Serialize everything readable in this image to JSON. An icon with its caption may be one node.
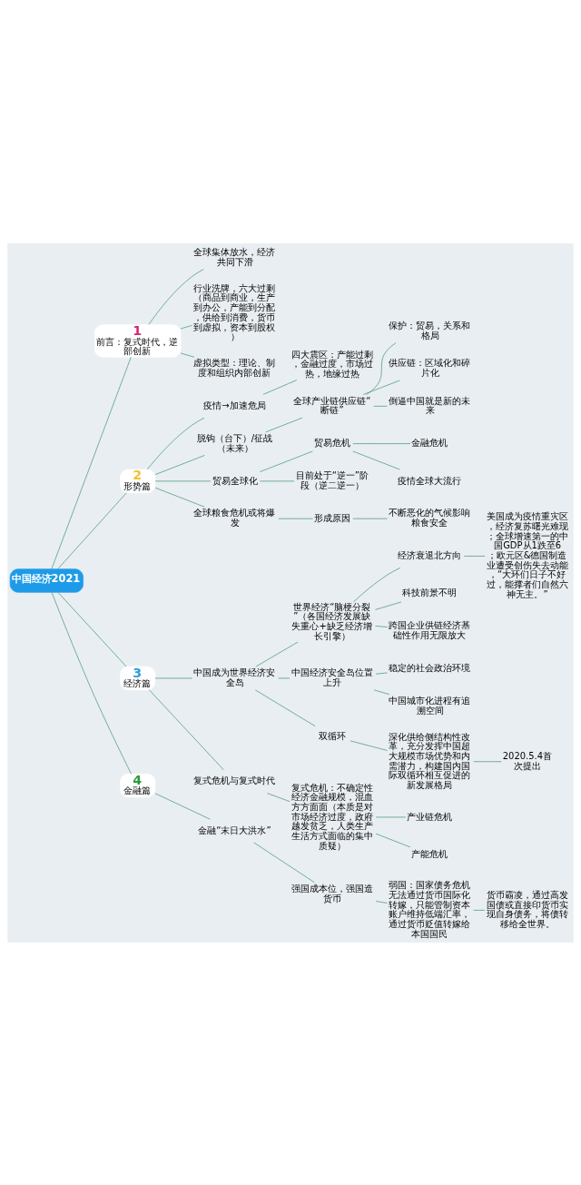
{
  "diagram": {
    "nodes": [
      {
        "text": [
          "中国经济2021"
        ]
      },
      {
        "text": [
          "1",
          "前言：复式时代，逆部创新"
        ]
      },
      {
        "text": [
          "全球集体放水，经济共同下滑"
        ]
      },
      {
        "text": [
          "行业洗牌，六大过剩（商品到商业，生产到办公，产能到分配，供给到消费，货币到虚拟，资本到股权）"
        ]
      },
      {
        "text": [
          "虚拟类型：理论、制度和组织内部创新"
        ]
      },
      {
        "text": [
          "2",
          "形势篇"
        ]
      },
      {
        "text": [
          "疫情→加速危局"
        ]
      },
      {
        "text": [
          "四大震区：产能过剩，金融过度，市场过热，地缘过热"
        ]
      },
      {
        "text": [
          "脱钩（台下）/征战（未来）"
        ]
      },
      {
        "text": [
          "全球产业链供应链“断链”"
        ]
      },
      {
        "text": [
          "保护：贸易，关系和格局"
        ]
      },
      {
        "text": [
          "供应链：区域化和碎片化"
        ]
      },
      {
        "text": [
          "倒逼中国就是新的未来"
        ]
      },
      {
        "text": [
          "贸易全球化"
        ]
      },
      {
        "text": [
          "贸易危机"
        ]
      },
      {
        "text": [
          "金融危机"
        ]
      },
      {
        "text": [
          "疫情全球大流行"
        ]
      },
      {
        "text": [
          "目前处于“逆一”阶段（逆二逆一）"
        ]
      },
      {
        "text": [
          "全球粮食危机或将爆发"
        ]
      },
      {
        "text": [
          "形成原因"
        ]
      },
      {
        "text": [
          "不断恶化的气候影响粮食安全"
        ]
      },
      {
        "text": [
          "3",
          "经济篇"
        ]
      },
      {
        "text": [
          "中国成为世界经济安全岛"
        ]
      },
      {
        "text": [
          "世界经济“脑梗分裂”（各国经济发展缺失重心+缺乏经济增长引擎）"
        ]
      },
      {
        "text": [
          "经济衰退北方向"
        ]
      },
      {
        "text": [
          "美国成为疫情重灾区，经济复苏曙光难现；全球增速第一的中国GDP从1跌至6；欧元区&德国制造业遭受创伤失去动能，“大环们日子不好过，能撑者们自然六神无主。”"
        ]
      },
      {
        "text": [
          "科技前景不明"
        ]
      },
      {
        "text": [
          "跨国企业供链经济基础性作用无限放大"
        ]
      },
      {
        "text": [
          "中国经济安全岛位置上升"
        ]
      },
      {
        "text": [
          "稳定的社会政治环境"
        ]
      },
      {
        "text": [
          "中国城市化进程有追溯空间"
        ]
      },
      {
        "text": [
          "双循环"
        ]
      },
      {
        "text": [
          "深化供给侧结构性改革，充分发挥中国超大规模市场优势和内需潜力，构建国内国际双循环相互促进的新发展格局"
        ]
      },
      {
        "text": [
          "2020.5.4首次提出"
        ]
      },
      {
        "text": [
          "复式危机与复式时代"
        ]
      },
      {
        "text": [
          "复式危机：不确定性经济金融规模，混血方方面面（本质是对市场经济过度，政府越发贫乏，人类生产生活方式面临的集中质疑）"
        ]
      },
      {
        "text": [
          "产业链危机"
        ]
      },
      {
        "text": [
          "产能危机"
        ]
      },
      {
        "text": [
          "4",
          "金融篇"
        ]
      },
      {
        "text": [
          "金融“末日大洪水”"
        ]
      },
      {
        "text": [
          "强国成本位，强国造货币"
        ]
      },
      {
        "text": [
          "弱国：国家债务危机无法通过货币国际化转嫁，只能管制资本账户维持低端汇率，通过货币贬值转嫁给本国国民"
        ]
      },
      {
        "text": [
          "货币霸凌，通过高发国债或直接印货币实现自身债务，将债转移给全世界。"
        ]
      }
    ],
    "edges": [
      {
        "from": 0,
        "to": 1,
        "arrow": "none"
      },
      {
        "from": 1,
        "to": 2,
        "arrow": "none"
      },
      {
        "from": 1,
        "to": 3,
        "arrow": "none"
      },
      {
        "from": 1,
        "to": 4,
        "arrow": "none"
      },
      {
        "from": 0,
        "to": 5,
        "arrow": "none"
      },
      {
        "from": 5,
        "to": 6,
        "arrow": "none"
      },
      {
        "from": 6,
        "to": 7,
        "arrow": "none"
      },
      {
        "from": 5,
        "to": 8,
        "arrow": "none"
      },
      {
        "from": 8,
        "to": 9,
        "arrow": "none"
      },
      {
        "from": 9,
        "to": 10,
        "arrow": "none"
      },
      {
        "from": 9,
        "to": 11,
        "arrow": "none"
      },
      {
        "from": 9,
        "to": 12,
        "arrow": "none"
      },
      {
        "from": 5,
        "to": 13,
        "arrow": "none"
      },
      {
        "from": 13,
        "to": 14,
        "arrow": "none"
      },
      {
        "from": 14,
        "to": 15,
        "arrow": "none"
      },
      {
        "from": 14,
        "to": 16,
        "arrow": "none"
      },
      {
        "from": 13,
        "to": 17,
        "arrow": "none"
      },
      {
        "from": 5,
        "to": 18,
        "arrow": "none"
      },
      {
        "from": 18,
        "to": 19,
        "arrow": "none"
      },
      {
        "from": 19,
        "to": 20,
        "arrow": "none"
      },
      {
        "from": 0,
        "to": 21,
        "arrow": "none"
      },
      {
        "from": 21,
        "to": 22,
        "arrow": "none"
      },
      {
        "from": 22,
        "to": 23,
        "arrow": "none"
      },
      {
        "from": 23,
        "to": 24,
        "arrow": "none"
      },
      {
        "from": 24,
        "to": 25,
        "arrow": "none"
      },
      {
        "from": 23,
        "to": 26,
        "arrow": "none"
      },
      {
        "from": 23,
        "to": 27,
        "arrow": "none"
      },
      {
        "from": 22,
        "to": 28,
        "arrow": "none"
      },
      {
        "from": 28,
        "to": 29,
        "arrow": "none"
      },
      {
        "from": 28,
        "to": 30,
        "arrow": "none"
      },
      {
        "from": 22,
        "to": 31,
        "arrow": "none"
      },
      {
        "from": 31,
        "to": 32,
        "arrow": "none"
      },
      {
        "from": 32,
        "to": 33,
        "arrow": "none"
      },
      {
        "from": 21,
        "to": 34,
        "arrow": "none"
      },
      {
        "from": 34,
        "to": 35,
        "arrow": "none"
      },
      {
        "from": 35,
        "to": 36,
        "arrow": "none"
      },
      {
        "from": 35,
        "to": 37,
        "arrow": "none"
      },
      {
        "from": 0,
        "to": 38,
        "arrow": "none"
      },
      {
        "from": 38,
        "to": 39,
        "arrow": "none"
      },
      {
        "from": 39,
        "to": 40,
        "arrow": "none"
      },
      {
        "from": 40,
        "to": 41,
        "arrow": "none"
      },
      {
        "from": 41,
        "to": 42,
        "arrow": "none"
      }
    ]
  }
}
